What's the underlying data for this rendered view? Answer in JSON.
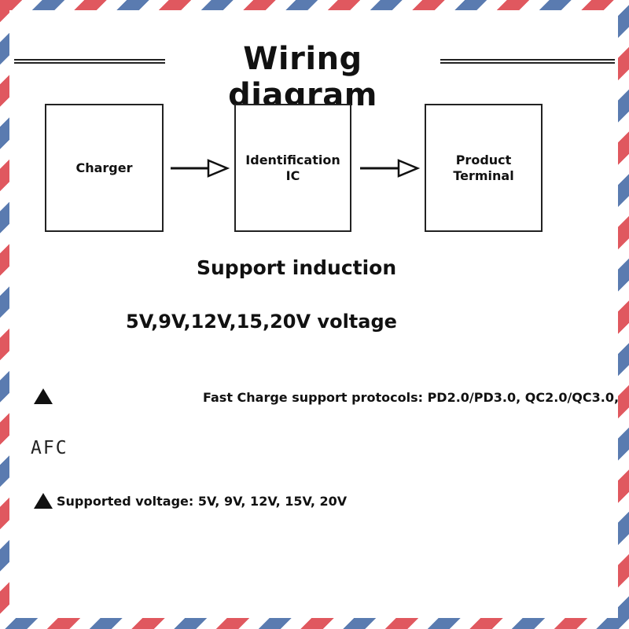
{
  "title": "Wiring diagram",
  "diagram": {
    "nodes": [
      {
        "id": "charger",
        "label": "Charger"
      },
      {
        "id": "ic",
        "label": "Identification\nIC"
      },
      {
        "id": "terminal",
        "label": "Product Terminal"
      }
    ],
    "edges": [
      {
        "from": "charger",
        "to": "ic"
      },
      {
        "from": "ic",
        "to": "terminal"
      }
    ]
  },
  "support_heading": "Support induction",
  "voltage_heading": "5V,9V,12V,15,20V voltage",
  "bullets": {
    "protocols": "Fast Charge support protocols: PD2.0/PD3.0, QC2.0/QC3.0,",
    "protocols_continued": "AFC",
    "voltage": "Supported voltage: 5V, 9V, 12V, 15V, 20V"
  },
  "colors": {
    "border_red": "#e0585f",
    "border_blue": "#5a7bb0",
    "text": "#111111"
  }
}
